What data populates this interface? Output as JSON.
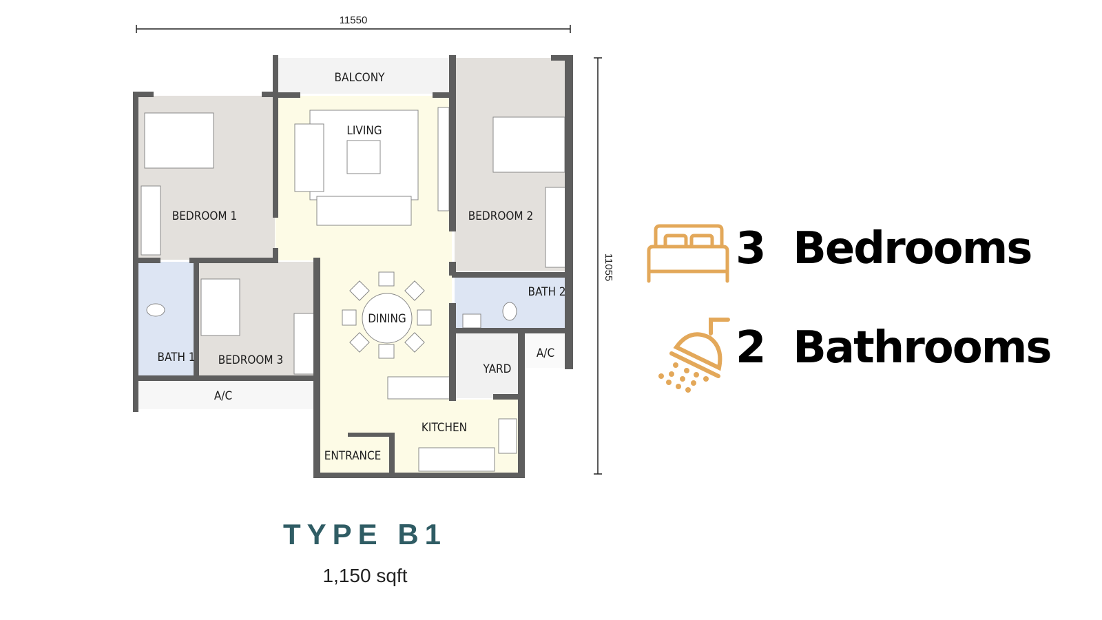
{
  "plan": {
    "width_dimension": "11550",
    "depth_dimension": "11055",
    "rooms": {
      "balcony": "BALCONY",
      "living": "LIVING",
      "bedroom1": "BEDROOM 1",
      "bedroom2": "BEDROOM 2",
      "bedroom3": "BEDROOM 3",
      "bath1": "BATH 1",
      "bath2": "BATH 2",
      "dining": "DINING",
      "ac_bottom": "A/C",
      "ac_right": "A/C",
      "yard": "YARD",
      "kitchen": "KITCHEN",
      "entrance": "ENTRANCE"
    }
  },
  "unit": {
    "type": "TYPE B1",
    "area": "1,150 sqft"
  },
  "features": [
    {
      "icon": "bed-icon",
      "count": "3",
      "label": "Bedrooms"
    },
    {
      "icon": "shower-icon",
      "count": "2",
      "label": "Bathrooms"
    }
  ],
  "colors": {
    "accent": "#e3a85a",
    "title": "#2f5c64",
    "wall": "#5e5e5e"
  }
}
